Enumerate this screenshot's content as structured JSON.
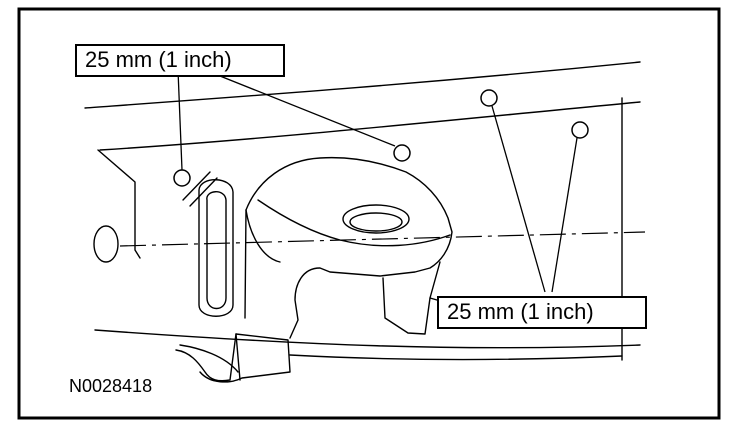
{
  "callouts": [
    {
      "label": "25 mm (1 inch)"
    },
    {
      "label": "25 mm (1 inch)"
    }
  ],
  "figure_id": "N0028418",
  "colors": {
    "line": "#000000",
    "background": "#ffffff"
  }
}
